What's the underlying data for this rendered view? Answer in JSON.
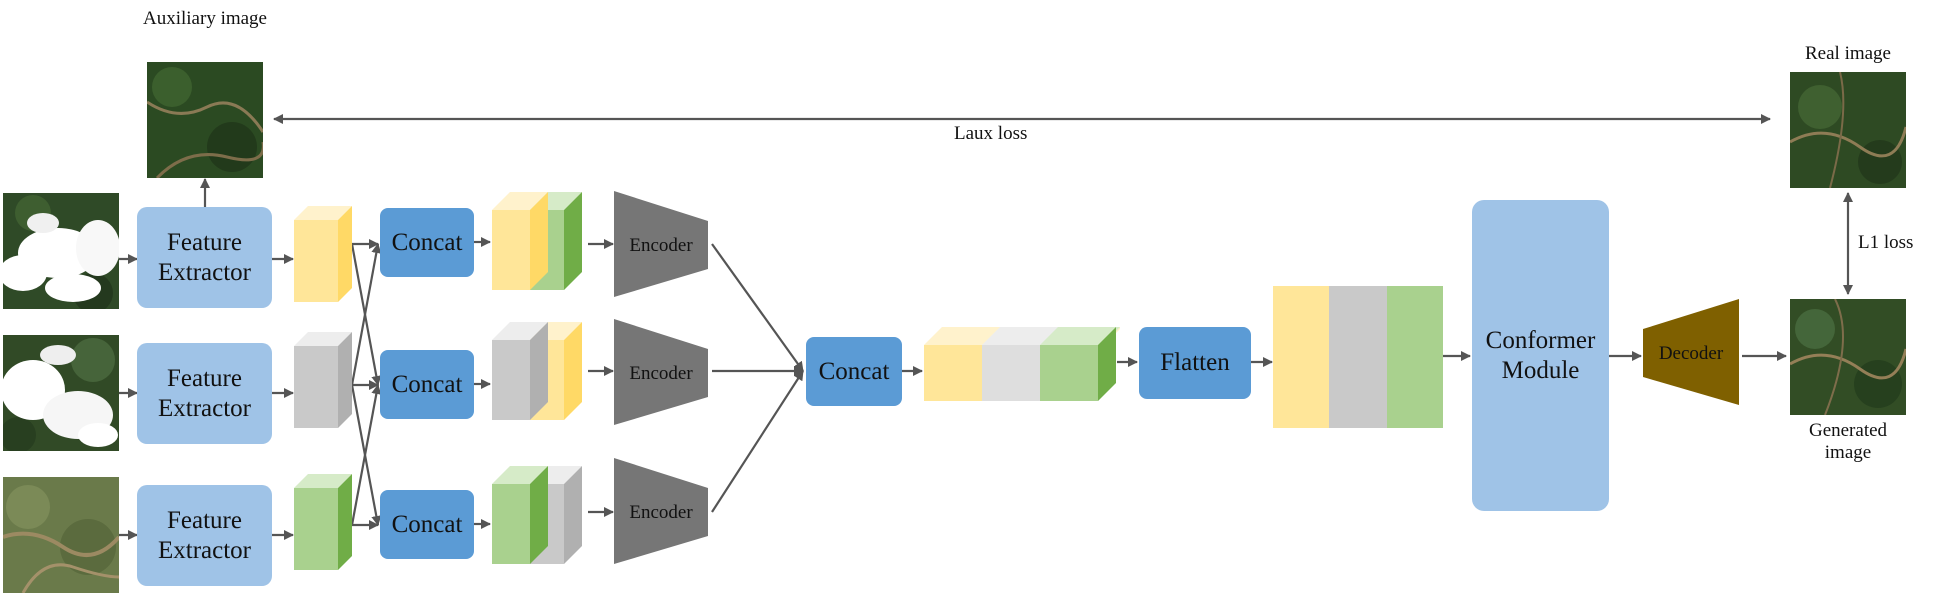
{
  "blocks": {
    "feature_extractor": "Feature Extractor",
    "concat": "Concat",
    "encoder": "Encoder",
    "flatten": "Flatten",
    "conformer": "Conformer Module",
    "decoder": "Decoder"
  },
  "labels": {
    "auxiliary_image": "Auxiliary image",
    "real_image": "Real image",
    "generated_image": "Generated image",
    "laux_loss": "Laux loss",
    "l1_loss": "L1 loss"
  },
  "colors": {
    "feature_extractor": "#9fc3e7",
    "concat": "#5b9bd5",
    "encoder": "#767676",
    "decoder": "#7f6000",
    "yellow_feature": "#ffe699",
    "gray_feature": "#c9c9c9",
    "green_feature": "#a9d18e",
    "arrow": "#555555"
  }
}
